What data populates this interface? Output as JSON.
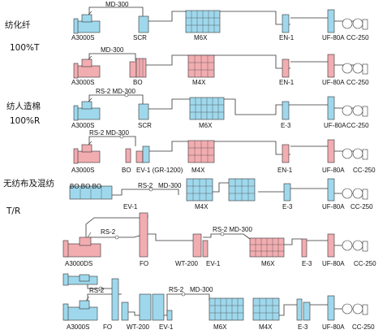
{
  "colors": {
    "blue": "#9fd8ec",
    "pink": "#f2adb1",
    "line": "#333333"
  },
  "categories": [
    "纺化纤",
    "100%T",
    "纺人造棉",
    "100%R",
    "无纺布及混纺",
    "T/R"
  ],
  "lines": [
    {
      "labels": [
        "MD-300",
        "A3000S",
        "SCR",
        "M6X",
        "EN-1",
        "UF-80A",
        "CC-250"
      ]
    },
    {
      "labels": [
        "MD-300",
        "A3000S",
        "BO",
        "M4X",
        "EN-1",
        "UF-80A",
        "CC-250"
      ]
    },
    {
      "labels": [
        "RS-2 MD-300",
        "A3000S",
        "SCR",
        "M6X",
        "E-3",
        "UF-80A",
        "CC-250"
      ]
    },
    {
      "labels": [
        "RS-2 MD-300",
        "A3000S",
        "BO",
        "EV-1 (GR-1200)",
        "M4X",
        "EN-1",
        "UF-80A",
        "CC-250"
      ]
    },
    {
      "labels": [
        "BO BO BO",
        "RS-2",
        "MD-300",
        "EV-1",
        "M4X",
        "E-3",
        "UF-80A",
        "CC-250"
      ]
    },
    {
      "labels": [
        "RS-2",
        "RS-2 MD-300",
        "A3000DS",
        "FO",
        "WT-200",
        "EV-1",
        "M6X",
        "E-3",
        "UF-80A",
        "CC-250"
      ]
    },
    {
      "labels": [
        "RS-2",
        "RS-2",
        "MD-300",
        "A3000S",
        "FO",
        "WT-200",
        "EV-1",
        "M6X",
        "M4X",
        "E-3",
        "UF-80A",
        "CC-250"
      ]
    }
  ]
}
